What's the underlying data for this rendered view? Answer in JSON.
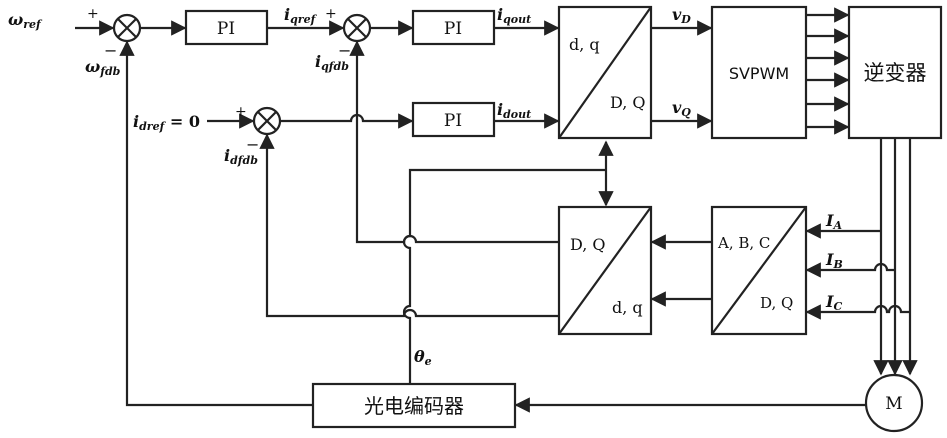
{
  "blocks": {
    "pi_speed": "PI",
    "pi_q": "PI",
    "pi_d": "PI",
    "svpwm": "SVPWM",
    "inverter": "逆变器",
    "encoder": "光电编码器",
    "motor": "M",
    "park_inv_top": "d, q",
    "park_inv_bottom": "D, Q",
    "park_top": "D, Q",
    "park_bottom": "d, q",
    "clarke_top": "A, B, C",
    "clarke_bottom": "D, Q"
  },
  "signals": {
    "w_ref": {
      "main": "ω",
      "sub": "ref"
    },
    "w_fdb": {
      "main": "ω",
      "sub": "fdb"
    },
    "iq_ref": {
      "main": "i",
      "sub": "qref"
    },
    "iq_fdb": {
      "main": "i",
      "sub": "qfdb"
    },
    "id_ref": {
      "main": "i",
      "sub": "dref",
      "suffix": " = 0"
    },
    "id_fdb": {
      "main": "i",
      "sub": "dfdb"
    },
    "iq_out": {
      "main": "i",
      "sub": "qout"
    },
    "id_out": {
      "main": "i",
      "sub": "dout"
    },
    "v_d": {
      "main": "v",
      "sub": "D"
    },
    "v_q": {
      "main": "v",
      "sub": "Q"
    },
    "I_A": {
      "main": "I",
      "sub": "A"
    },
    "I_B": {
      "main": "I",
      "sub": "B"
    },
    "I_C": {
      "main": "I",
      "sub": "C"
    },
    "theta": {
      "main": "θ",
      "sub": "e"
    }
  },
  "signs": {
    "plus": "+",
    "minus": "−"
  }
}
